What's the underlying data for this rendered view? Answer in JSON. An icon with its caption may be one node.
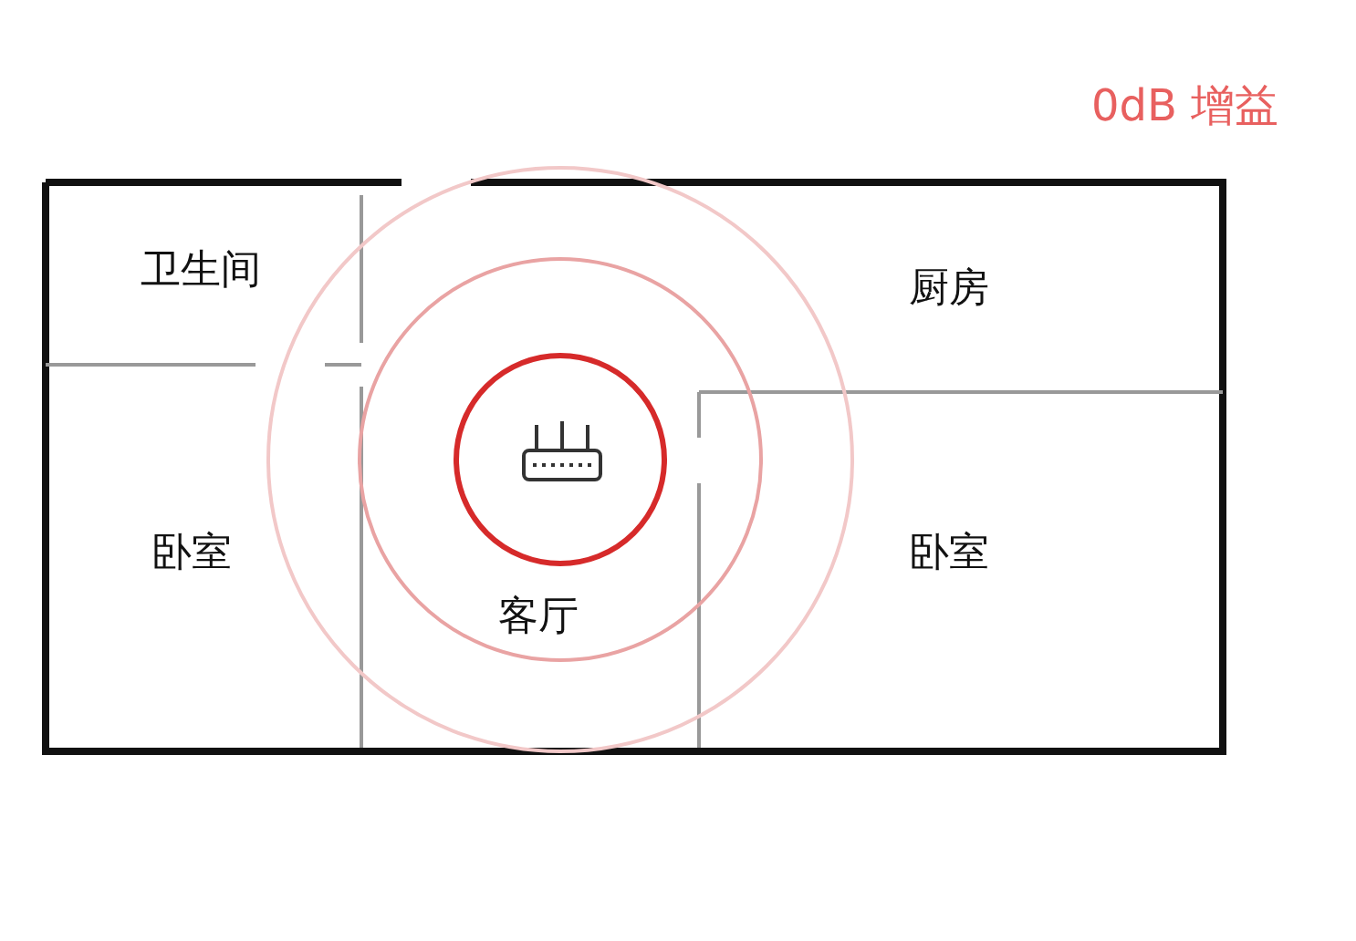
{
  "diagram": {
    "title": "0dB 增益",
    "nodes": [
      {
        "text": [
          "卫生间"
        ]
      },
      {
        "text": [
          "厨房"
        ]
      },
      {
        "text": [
          "卧室"
        ]
      },
      {
        "text": [
          "客厅"
        ]
      },
      {
        "text": [
          "卧室"
        ]
      }
    ]
  }
}
